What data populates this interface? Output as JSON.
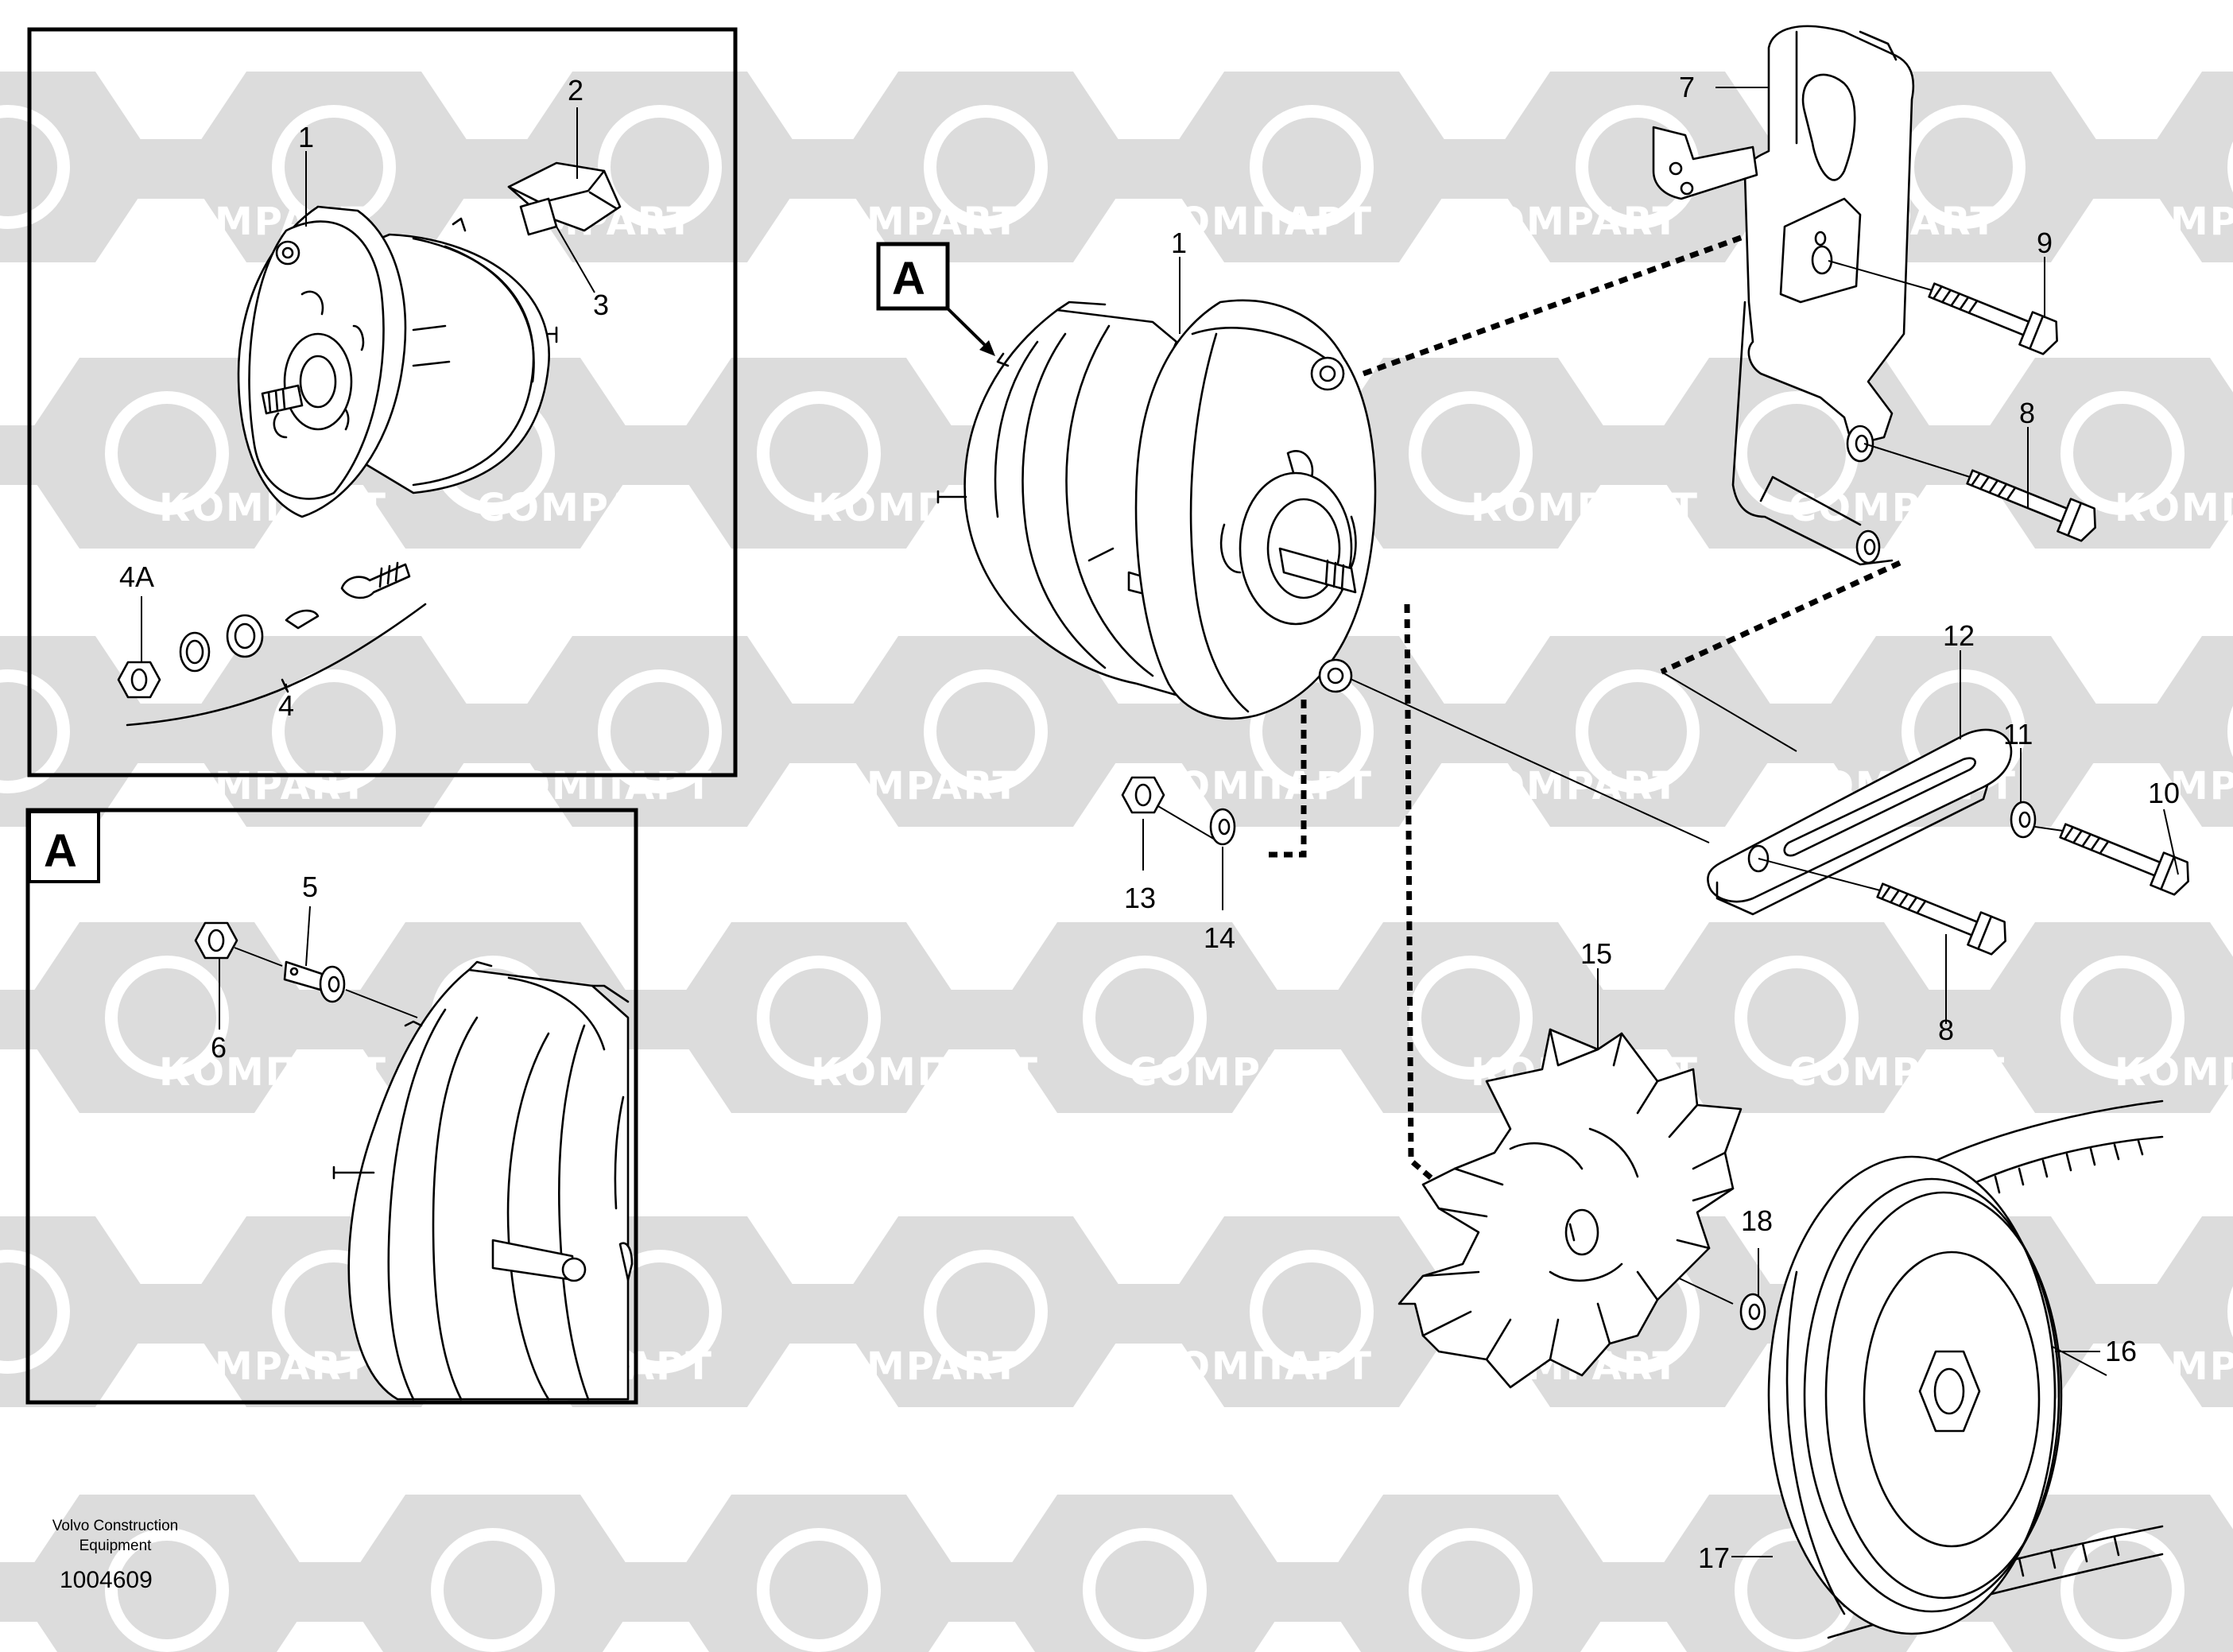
{
  "watermark": {
    "latin": "COMPART",
    "cyrillic": "КОМПАРТ",
    "color": "#d9d9d9"
  },
  "panel_a_tag": "A",
  "detail_tag": "A",
  "callouts": {
    "c1_inset": "1",
    "c2": "2",
    "c3": "3",
    "c4a": "4A",
    "c4": "4",
    "c5": "5",
    "c6": "6",
    "c1_main": "1",
    "c7": "7",
    "c9": "9",
    "c8_top": "8",
    "c12": "12",
    "c11": "11",
    "c10": "10",
    "c8_bottom": "8",
    "c13": "13",
    "c14": "14",
    "c15": "15",
    "c18": "18",
    "c16": "16",
    "c17": "17"
  },
  "footer": {
    "line1": "Volvo Construction",
    "line2": "Equipment",
    "number": "1004609"
  }
}
